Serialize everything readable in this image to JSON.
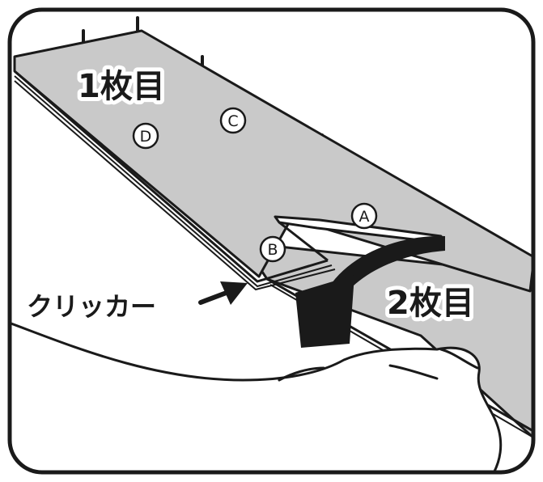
{
  "labels": {
    "board_1": "1枚目",
    "board_2": "2枚目",
    "clicker": "クリッカー"
  },
  "markers": {
    "a": "A",
    "b": "B",
    "c": "C",
    "d": "D"
  },
  "colors": {
    "board_fill": "#c9c9c9",
    "outline": "#1a1a1a",
    "background": "#ffffff"
  }
}
